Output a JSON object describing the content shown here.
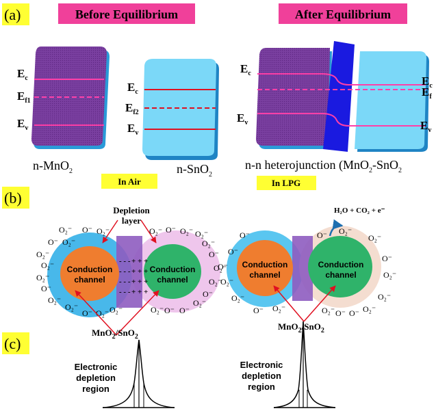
{
  "panels": {
    "a": "(a)",
    "b": "(b)",
    "c": "(c)"
  },
  "headers": {
    "before": "Before Equilibrium",
    "after": "After Equilibrium"
  },
  "tags": {
    "air": "In Air",
    "lpg": "In LPG"
  },
  "materials": {
    "mno2": {
      "prefix": "n-MnO",
      "sub": "2"
    },
    "sno2": {
      "prefix": "n-SnO",
      "sub": "2"
    },
    "hetero": {
      "prefix": "n-n heterojunction (MnO",
      "sub1": "2",
      "mid": "-SnO",
      "sub2": "2"
    }
  },
  "levels": {
    "ec": {
      "main": "E",
      "sub": "c"
    },
    "ef1": {
      "main": "E",
      "sub": "f1"
    },
    "ef2": {
      "main": "E",
      "sub": "f2"
    },
    "ef": {
      "main": "E",
      "sub": "f"
    },
    "ev": {
      "main": "E",
      "sub": "v"
    }
  },
  "section_b": {
    "depletion_line1": "Depletion",
    "depletion_line2": "layer",
    "conduction_line1": "Conduction",
    "conduction_line2": "channel",
    "composite_left": "MnO",
    "composite_sub": "2",
    "composite_right": "/SnO",
    "composite_sub2": "2",
    "reaction": "H₂O + CO₂ + e⁻",
    "ions": {
      "o_minus": "O⁻",
      "o2_minus": "O₂⁻"
    }
  },
  "section_c": {
    "region_line1": "Electronic",
    "region_line2": "depletion",
    "region_line3": "region"
  },
  "colors": {
    "mno2": "#7a3fa0",
    "sno2": "#6fd0f5",
    "junction": "#1a1ae0",
    "header_bg": "#f0409a",
    "tag_bg": "#ffff33",
    "fermi": "#ff3fa8",
    "band": "#e01020",
    "orange_core": "#ef7d2f",
    "green_core": "#2fb36a"
  }
}
